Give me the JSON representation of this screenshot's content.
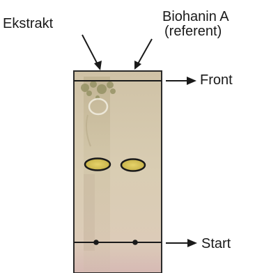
{
  "labels": {
    "ekstrakt": "Ekstrakt",
    "biohanin": "Biohanin A",
    "referent": "(referent)",
    "front": "Front",
    "start": "Start"
  },
  "colors": {
    "plate": "#d8ccae",
    "spot_fill": "#dcc85a",
    "line": "#1a1a1a",
    "pink_tint": "#e8c8c4"
  }
}
